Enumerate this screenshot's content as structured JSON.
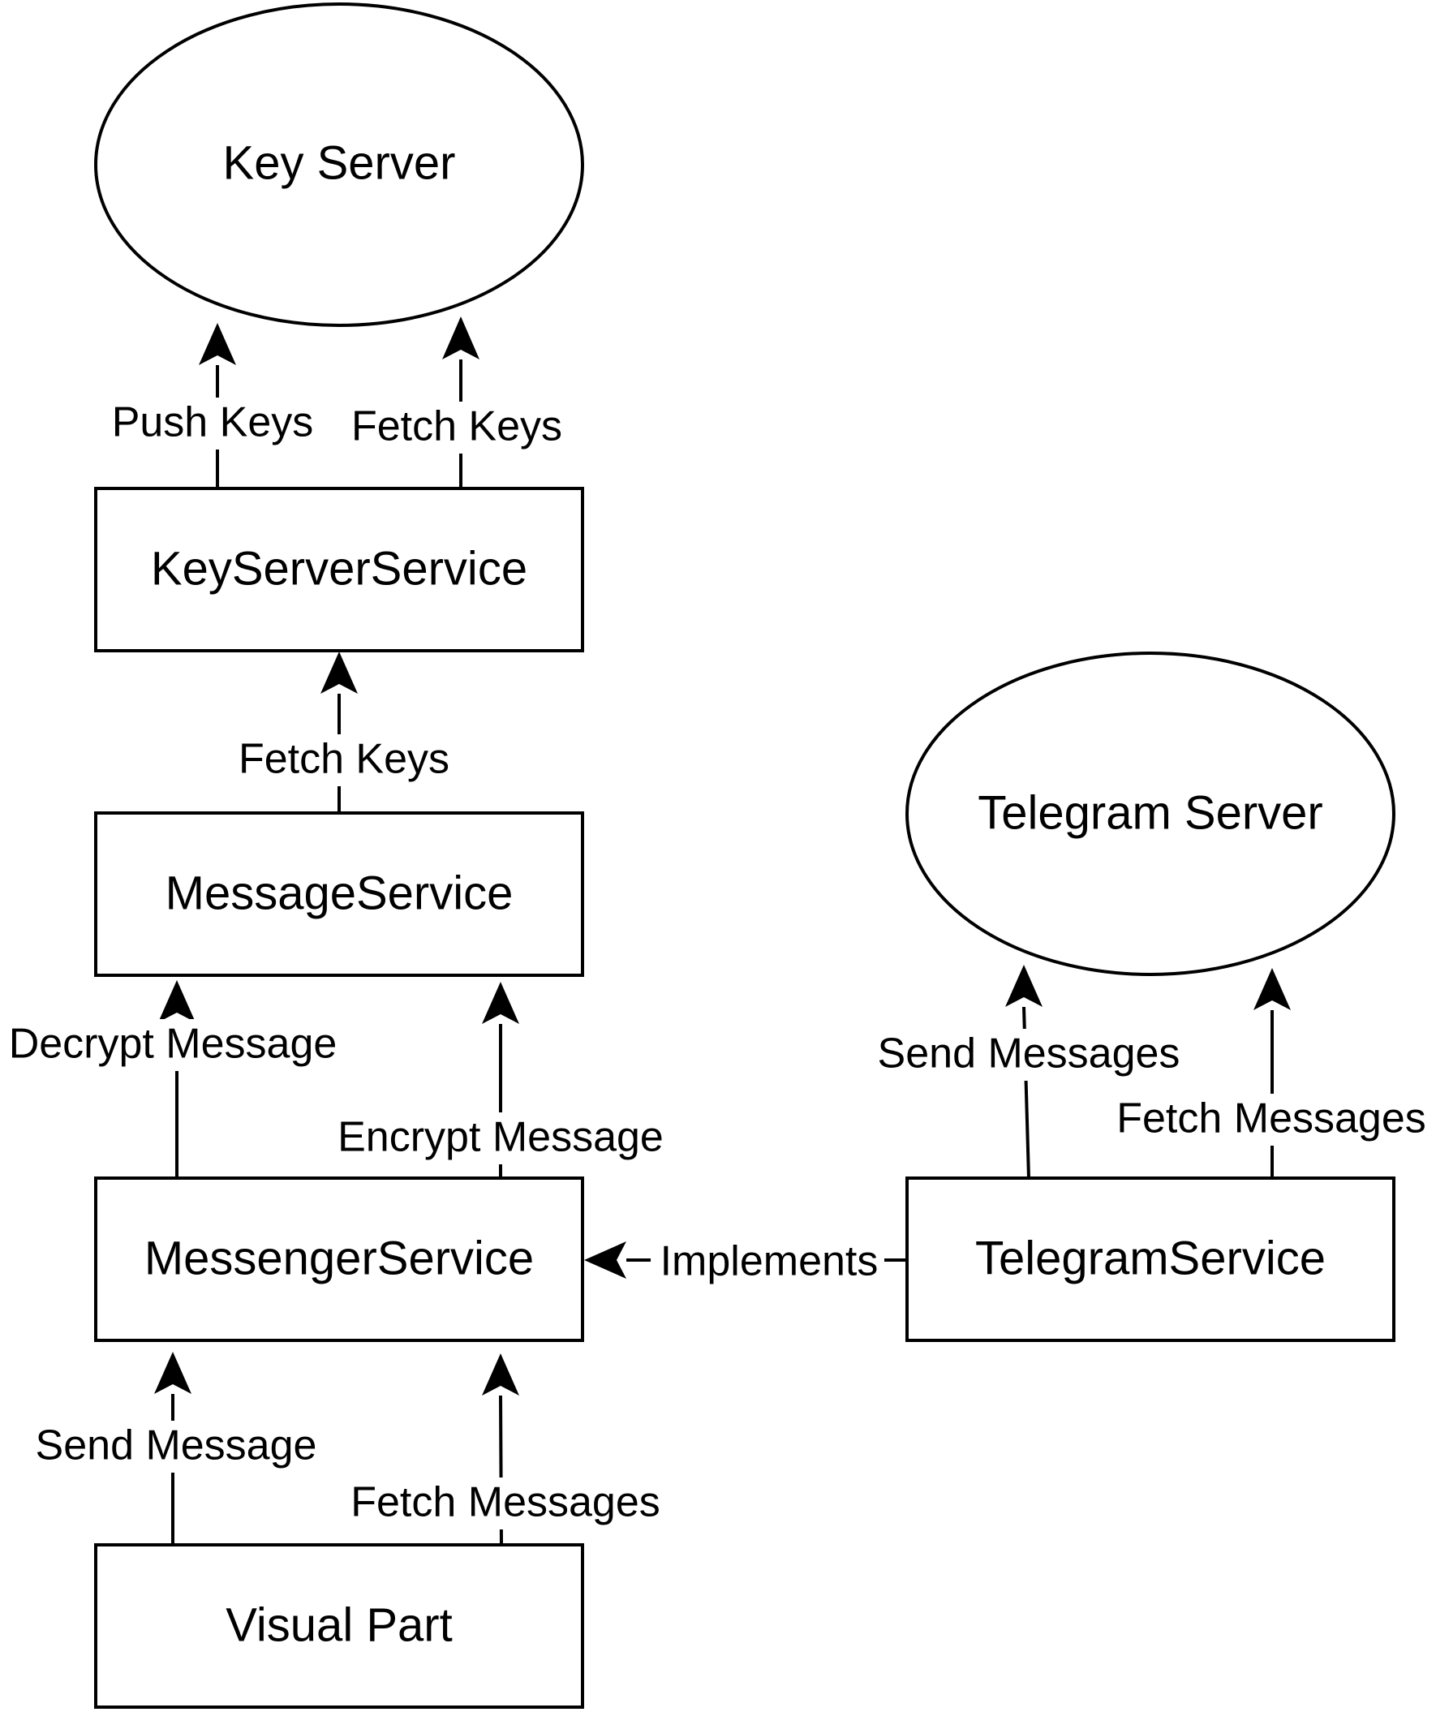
{
  "nodes": {
    "key_server": {
      "label": "Key Server"
    },
    "key_server_service": {
      "label": "KeyServerService"
    },
    "message_service": {
      "label": "MessageService"
    },
    "messenger_service": {
      "label": "MessengerService"
    },
    "visual_part": {
      "label": "Visual Part"
    },
    "telegram_server": {
      "label": "Telegram Server"
    },
    "telegram_service": {
      "label": "TelegramService"
    }
  },
  "edges": {
    "push_keys": {
      "label": "Push Keys"
    },
    "fetch_keys_upper": {
      "label": "Fetch Keys"
    },
    "fetch_keys_lower": {
      "label": "Fetch Keys"
    },
    "decrypt_message": {
      "label": "Decrypt Message"
    },
    "encrypt_message": {
      "label": "Encrypt Message"
    },
    "send_message": {
      "label": "Send Message"
    },
    "fetch_messages_left": {
      "label": "Fetch Messages"
    },
    "implements": {
      "label": "Implements"
    },
    "send_messages": {
      "label": "Send Messages"
    },
    "fetch_messages_right": {
      "label": "Fetch Messages"
    }
  }
}
